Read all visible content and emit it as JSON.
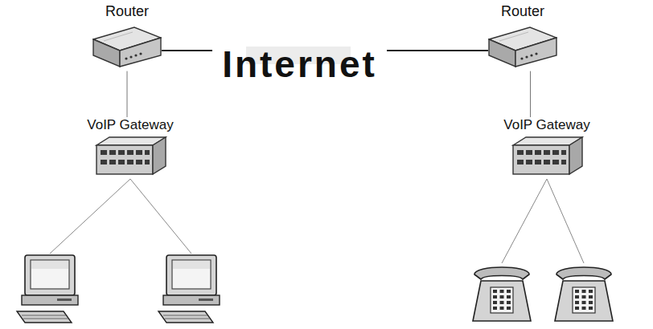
{
  "diagram": {
    "nodes": [
      {
        "text": [
          "Router"
        ]
      },
      {
        "text": [
          "Internet"
        ]
      },
      {
        "text": [
          "Router"
        ]
      },
      {
        "text": [
          "VoIP Gateway"
        ]
      },
      {
        "text": [
          "VoIP Gateway"
        ]
      }
    ],
    "edges": [
      {
        "from": 0,
        "to": 1,
        "arrow": "none"
      },
      {
        "from": 1,
        "to": 2,
        "arrow": "none"
      },
      {
        "from": 0,
        "to": 3,
        "arrow": "none"
      },
      {
        "from": 2,
        "to": 4,
        "arrow": "none"
      }
    ]
  }
}
